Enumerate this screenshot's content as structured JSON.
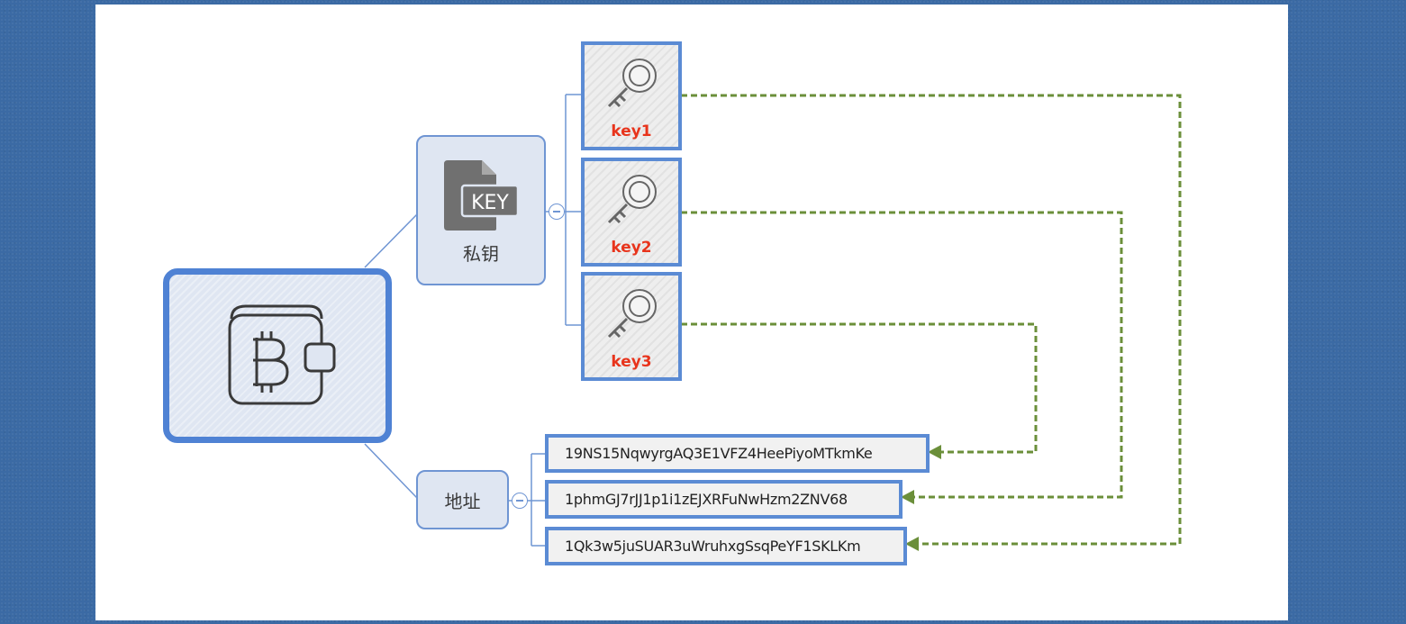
{
  "nodes": {
    "wallet": {
      "icon": "bitcoin-wallet-icon"
    },
    "private_keys": {
      "label": "私钥",
      "icon": "key-file-icon",
      "icon_text": "KEY"
    },
    "addresses": {
      "label": "地址"
    }
  },
  "keys": [
    {
      "label": "key1",
      "icon": "key-icon"
    },
    {
      "label": "key2",
      "icon": "key-icon"
    },
    {
      "label": "key3",
      "icon": "key-icon"
    }
  ],
  "address_list": [
    "19NS15NqwyrgAQ3E1VFZ4HeePiyoMTkmKe",
    "1phmGJ7rJJ1p1i1zEJXRFuNwHzm2ZNV68",
    "1Qk3w5juSUAR3uWruhxgSsqPeYF1SKLKm"
  ],
  "links": [
    {
      "from": "key1",
      "to": "1Qk3w5juSUAR3uWruhxgSsqPeYF1SKLKm"
    },
    {
      "from": "key2",
      "to": "1phmGJ7rJJ1p1i1zEJXRFuNwHzm2ZNV68"
    },
    {
      "from": "key3",
      "to": "19NS15NqwyrgAQ3E1VFZ4HeePiyoMTkmKe"
    }
  ],
  "colors": {
    "background": "#3b6aa4",
    "node_border": "#5b8bd4",
    "node_fill": "#dfe6f2",
    "key_label": "#e8341c",
    "link": "#6b8f3a"
  }
}
